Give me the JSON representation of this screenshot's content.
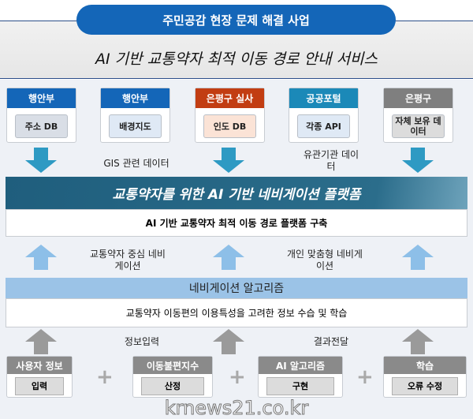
{
  "header": {
    "banner": "주민공감 현장 문제 해결 사업",
    "title": "AI 기반 교통약자 최적 이동 경로 안내 서비스"
  },
  "sources": [
    {
      "org": "행안부",
      "item": "주소 DB",
      "color": "#1466b8",
      "inner": "#d9dee6"
    },
    {
      "org": "행안부",
      "item": "배경지도",
      "color": "#1466b8",
      "inner": "#dfe9f5"
    },
    {
      "org": "은평구 실사",
      "item": "인도 DB",
      "color": "#c23d12",
      "inner": "#fbe3d6"
    },
    {
      "org": "공공포털",
      "item": "각종 API",
      "color": "#1b89b8",
      "inner": "#dfe9f5"
    },
    {
      "org": "은평구",
      "item": "자체 보유 데이터",
      "color": "#7f7f7f",
      "inner": "#dcdcdc"
    }
  ],
  "flow_labels": {
    "gis": "GIS 관련 데이터",
    "agency": "유관기관 데이터",
    "centered": "교통약자 중심 네비게이션",
    "custom": "개인 맞춤형 네비게이션",
    "input": "정보입력",
    "result": "결과전달"
  },
  "platform": {
    "title": "교통약자를 위한 AI 기반 네비게이션 플랫폼",
    "desc": "AI 기반 교통약자 최적 이동 경로 플랫폼 구축"
  },
  "algorithm": {
    "title": "네비게이션 알고리즘",
    "desc": "교통약자 이동편의 이용특성을 고려한 정보 수습 및 학습"
  },
  "components": [
    {
      "title": "사용자 정보",
      "item": "입력"
    },
    {
      "title": "이동불편지수",
      "item": "산정"
    },
    {
      "title": "AI 알고리즘",
      "item": "구현"
    },
    {
      "title": "학습",
      "item": "오류 수정"
    }
  ],
  "plus": "+",
  "watermark": "krnews21.co.kr",
  "colors": {
    "down_arrow": "#2e9ac3",
    "up_arrow_blue": "#8dbfe8",
    "up_arrow_gray": "#9a9a9a"
  }
}
